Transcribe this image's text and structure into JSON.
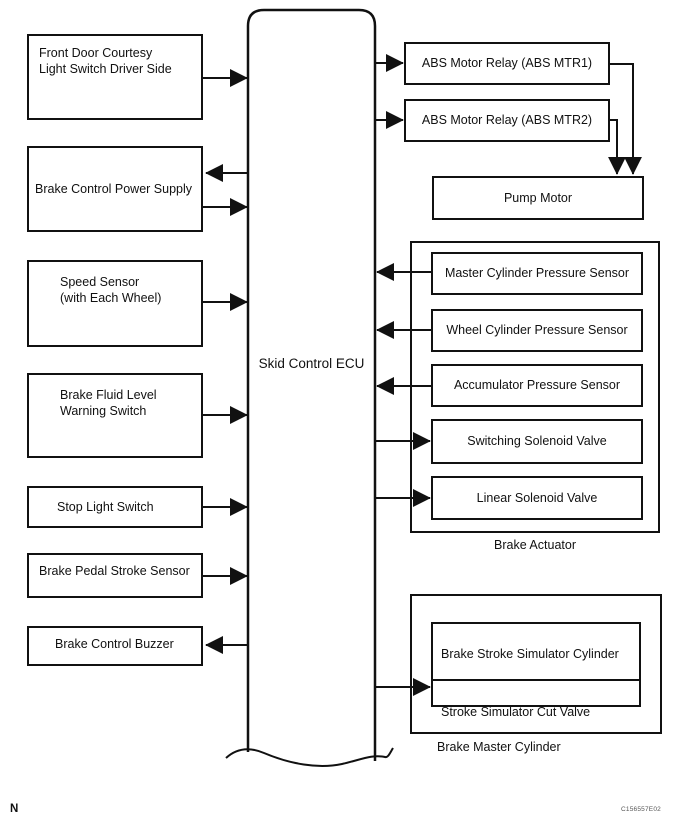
{
  "figure": {
    "ecu": {
      "label": "Skid Control ECU"
    },
    "left_column": [
      "Front Door Courtesy\nLight Switch Driver Side",
      "Brake Control Power Supply",
      "Speed Sensor\n(with Each Wheel)",
      "Brake Fluid Level\nWarning Switch",
      "Stop Light Switch",
      "Brake Pedal Stroke Sensor",
      "Brake Control Buzzer"
    ],
    "right_column": {
      "abs_motor_relay_1": "ABS Motor Relay (ABS MTR1)",
      "abs_motor_relay_2": "ABS Motor Relay (ABS MTR2)",
      "pump_motor": "Pump Motor",
      "brake_actuator": {
        "caption": "Brake Actuator",
        "items": [
          "Master Cylinder Pressure Sensor",
          "Wheel Cylinder Pressure Sensor",
          "Accumulator Pressure Sensor",
          "Switching Solenoid Valve",
          "Linear Solenoid Valve"
        ]
      },
      "brake_master_cylinder": {
        "caption": "Brake Master Cylinder",
        "items": [
          "Brake Stroke Simulator Cylinder",
          "Stroke Simulator Cut Valve"
        ]
      }
    },
    "annotations": {
      "page_marker": "N",
      "figure_code": "C156557E02"
    },
    "colors": {
      "line": "#111111",
      "background": "#ffffff"
    }
  }
}
